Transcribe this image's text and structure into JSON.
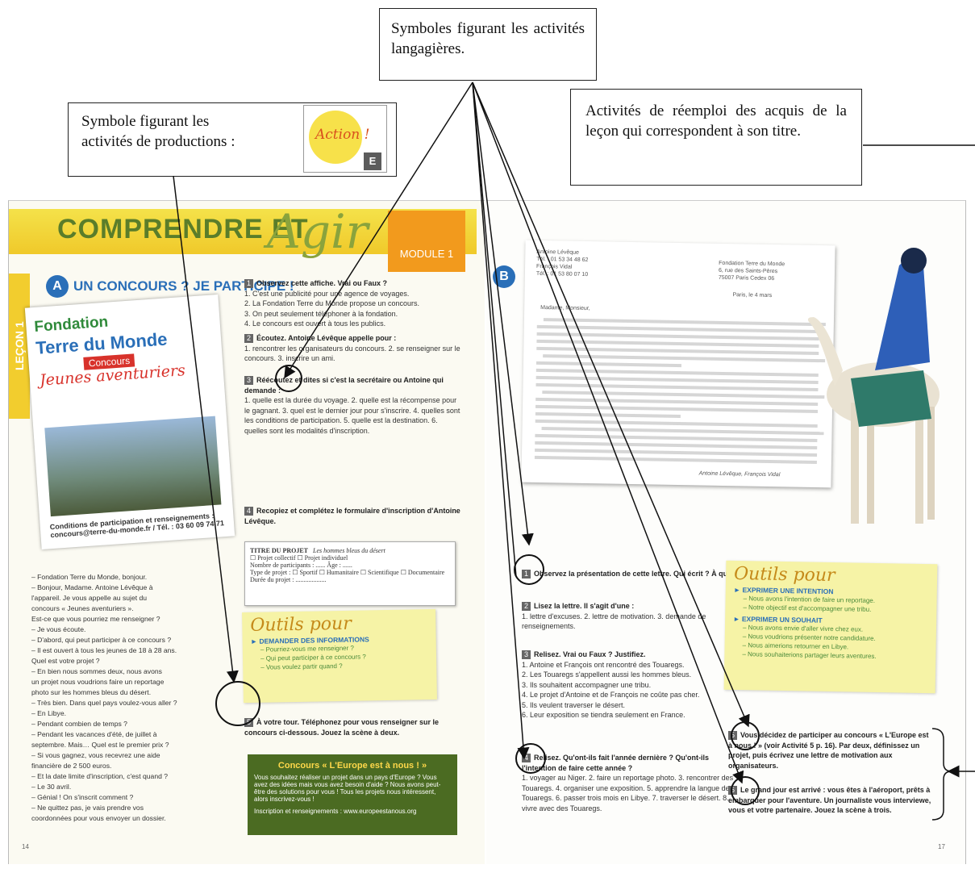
{
  "callouts": {
    "symboles_activites": "Symboles figurant les activités langagières.",
    "symbole_productions_line1": "Symbole figurant les",
    "symbole_productions_line2": "activités de productions :",
    "reemploi": "Activités de réemploi des acquis de la leçon qui correspondent à son titre."
  },
  "action_icon": {
    "word": "Action !",
    "letter": "E"
  },
  "left_page": {
    "title": "COMPRENDRE ET",
    "title_script": "Agir",
    "module": "MODULE 1",
    "lecon_tab": "LEÇON 1",
    "section_badge": "A",
    "section_title": "UN CONCOURS ? JE PARTICIPE !",
    "poster": {
      "fondation": "Fondation",
      "terre": "Terre du Monde",
      "concours": "Concours",
      "jeunes": "Jeunes aventuriers",
      "conditions": "Conditions de participation et renseignements : concours@terre-du-monde.fr / Tél. : 03 60 09 74 71"
    },
    "dialog": [
      "– Fondation Terre du Monde, bonjour.",
      "– Bonjour, Madame. Antoine Lévêque à",
      "l'appareil. Je vous appelle au sujet du",
      "concours « Jeunes aventuriers ».",
      "Est-ce que vous pourriez me renseigner ?",
      "– Je vous écoute.",
      "– D'abord, qui peut participer à ce concours ?",
      "– Il est ouvert à tous les jeunes de 18 à 28 ans.",
      "Quel est votre projet ?",
      "– En bien nous sommes deux, nous avons",
      "un projet nous voudrions faire un reportage",
      "photo sur les hommes bleus du désert.",
      "– Très bien. Dans quel pays voulez-vous aller ?",
      "– En Libye.",
      "– Pendant combien de temps ?",
      "– Pendant les vacances d'été, de juillet à",
      "septembre. Mais… Quel est le premier prix ?",
      "– Si vous gagnez, vous recevrez une aide",
      "financière de 2 500 euros.",
      "– Et la date limite d'inscription, c'est quand ?",
      "– Le 30 avril.",
      "– Génial ! On s'inscrit comment ?",
      "– Ne quittez pas, je vais prendre vos",
      "coordonnées pour vous envoyer un dossier."
    ],
    "ex1_title": "Observez cette affiche. Vrai ou Faux ?",
    "ex1_items": [
      "1. C'est une publicité pour une agence de voyages.",
      "2. La Fondation Terre du Monde propose un concours.",
      "3. On peut seulement téléphoner à la fondation.",
      "4. Le concours est ouvert à tous les publics."
    ],
    "ex2_title": "Écoutez. Antoine Lévêque appelle pour :",
    "ex2_items": "1. rencontrer les organisateurs du concours. 2. se renseigner sur le concours. 3. inscrire un ami.",
    "ex3_title": "Réécoutez et dites si c'est la secrétaire ou Antoine qui demande :",
    "ex3_items": "1. quelle est la durée du voyage. 2. quelle est la récompense pour le gagnant. 3. quel est le dernier jour pour s'inscrire. 4. quelles sont les conditions de participation. 5. quelle est la destination. 6. quelles sont les modalités d'inscription.",
    "ex4_title": "Recopiez et complétez le formulaire d'inscription d'Antoine Lévêque.",
    "form": {
      "title": "TITRE DU PROJET",
      "title_value": "Les hommes bleus du désert",
      "row1": "☐ Projet collectif   ☐ Projet individuel",
      "row2": "Nombre de participants : ......   Âge : ......",
      "row3": "Type de projet : ☐ Sportif  ☐ Humanitaire  ☐ Scientifique  ☐ Documentaire",
      "row4": "Durée du projet : ..................."
    },
    "outils_title": "Outils pour",
    "outils_heading": "► DEMANDER DES INFORMATIONS",
    "outils_items": [
      "– Pourriez-vous me renseigner ?",
      "– Qui peut participer à ce concours ?",
      "– Vous voulez partir quand ?"
    ],
    "ex5_title": "À votre tour. Téléphonez pour vous renseigner sur le concours ci-dessous. Jouez la scène à deux.",
    "europe_title": "Concours « L'Europe est à nous ! »",
    "europe_text": "Vous souhaitez réaliser un projet dans un pays d'Europe ? Vous avez des idées mais vous avez besoin d'aide ? Nous avons peut-être des solutions pour vous ! Tous les projets nous intéressent, alors inscrivez-vous !",
    "europe_info": "Inscription et renseignements : www.europeestanous.org",
    "page_number": "14"
  },
  "right_page": {
    "section_badge": "B",
    "letter_from": [
      "Antoine Lévêque",
      "Tél. : 01 53 34 48 62",
      "François Vidal",
      "Tél. : 01 53 80 07 10"
    ],
    "letter_to": [
      "Fondation Terre du Monde",
      "6, rue des Saints-Pères",
      "75007 Paris Cedex 06"
    ],
    "letter_date": "Paris, le 4 mars",
    "letter_greeting": "Madame, Monsieur,",
    "letter_signature": "Antoine Lévêque, François Vidal",
    "ex1_title": "Observez la présentation de cette lettre. Qui écrit ? À qui ?",
    "ex2_title": "Lisez la lettre. Il s'agit d'une :",
    "ex2_items": "1. lettre d'excuses. 2. lettre de motivation. 3. demande de renseignements.",
    "ex3_title": "Relisez. Vrai ou Faux ? Justifiez.",
    "ex3_items": [
      "1. Antoine et François ont rencontré des Touaregs.",
      "2. Les Touaregs s'appellent aussi les hommes bleus.",
      "3. Ils souhaitent accompagner une tribu.",
      "4. Le projet d'Antoine et de François ne coûte pas cher.",
      "5. Ils veulent traverser le désert.",
      "6. Leur exposition se tiendra seulement en France."
    ],
    "ex4_title": "Relisez. Qu'ont-ils fait l'année dernière ? Qu'ont-ils l'intention de faire cette année ?",
    "ex4_items": "1. voyager au Niger. 2. faire un reportage photo. 3. rencontrer des Touaregs. 4. organiser une exposition. 5. apprendre la langue des Touaregs. 6. passer trois mois en Libye. 7. traverser le désert. 8. vivre avec des Touaregs.",
    "outils_title": "Outils pour",
    "outils_h1": "► EXPRIMER UNE INTENTION",
    "outils_i1": [
      "– Nous avons l'intention de faire un reportage.",
      "– Notre objectif est d'accompagner une tribu."
    ],
    "outils_h2": "► EXPRIMER UN SOUHAIT",
    "outils_i2": [
      "– Nous avons envie d'aller vivre chez eux.",
      "– Nous voudrions présenter notre candidature.",
      "– Nous aimerions retourner en Libye.",
      "– Nous souhaiterions partager leurs aventures."
    ],
    "ex5_title": "Vous décidez de participer au concours « L'Europe est à nous ! » (voir Activité 5 p. 16). Par deux, définissez un projet, puis écrivez une lettre de motivation aux organisateurs.",
    "ex6_title": "Le grand jour est arrivé : vous êtes à l'aéroport, prêts à embarquer pour l'aventure. Un journaliste vous interviewe, vous et votre partenaire. Jouez la scène à trois.",
    "page_number": "17"
  }
}
